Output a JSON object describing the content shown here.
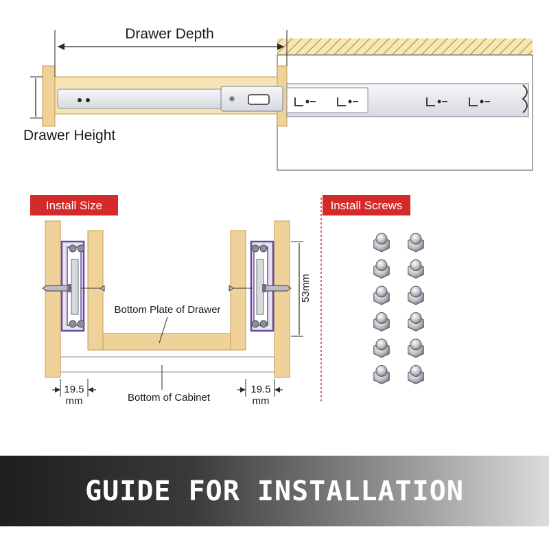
{
  "top": {
    "drawer_depth_label": "Drawer Depth",
    "drawer_height_label": "Drawer Height"
  },
  "install_size": {
    "tag": "Install Size",
    "bottom_plate_label": "Bottom Plate of Drawer",
    "bottom_cabinet_label": "Bottom of Cabinet",
    "left_gap_value": "19.5",
    "left_gap_unit": "mm",
    "right_gap_value": "19.5",
    "right_gap_unit": "mm",
    "height_dim": "53mm"
  },
  "install_screws": {
    "tag": "Install Screws",
    "count": 12
  },
  "banner": {
    "title": "GUIDE FOR INSTALLATION"
  },
  "colors": {
    "wood": "#efd19a",
    "wood_dark": "#d9ad62",
    "tag_red": "#d42a2a",
    "rail": "#e4e6ea",
    "purple": "#6a4aa0",
    "hatch": "#c9a24a"
  }
}
